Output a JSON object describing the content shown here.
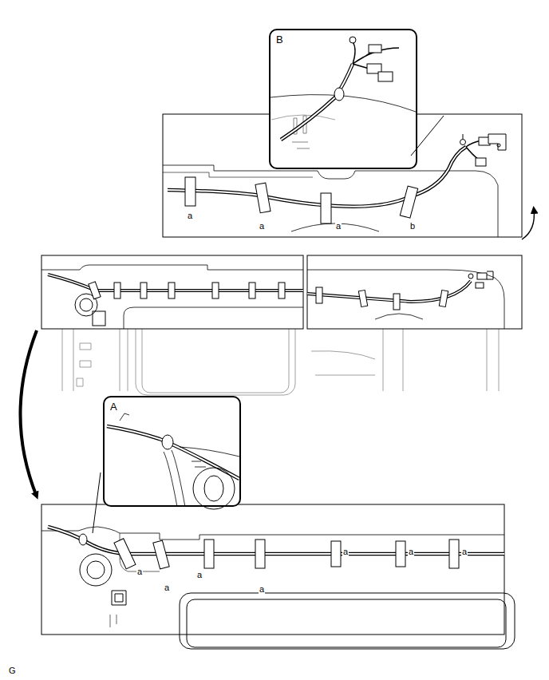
{
  "diagram": {
    "nodes": [
      {
        "text": [
          "B"
        ]
      },
      {
        "text": [
          "A"
        ]
      }
    ],
    "labels": [
      "a",
      "a",
      "a",
      "b",
      "a",
      "a",
      "a",
      "a",
      "a",
      "a",
      "a",
      "G"
    ]
  }
}
